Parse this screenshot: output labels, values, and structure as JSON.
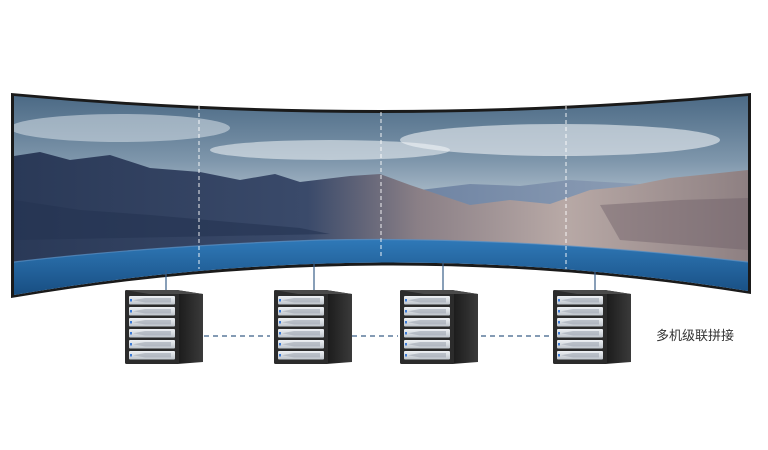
{
  "caption": "多机级联拼接",
  "colors": {
    "bezel": "#1a1a1a",
    "sky_top": "#3f5f7c",
    "sky_mid": "#a9bccb",
    "sky_horizon": "#e8eef3",
    "lake": "#1f5f9c",
    "mountain_dark": "#2d3c5c",
    "mountain_light": "#b8a6a2",
    "cable": "#3a5f88",
    "link_dash": "#3a5f88",
    "server_body": "#2b2b2b",
    "server_panel": "#d9dde3"
  },
  "screen": {
    "panel_count": 4
  },
  "servers": [
    {
      "id": "server-1"
    },
    {
      "id": "server-2"
    },
    {
      "id": "server-3"
    },
    {
      "id": "server-4"
    }
  ]
}
